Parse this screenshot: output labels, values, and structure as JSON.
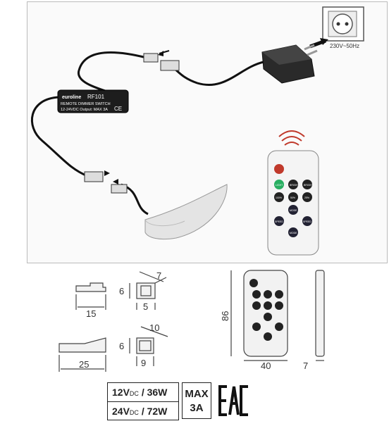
{
  "scene": {
    "socket_label": "230V~50Hz",
    "controller": {
      "brand": "euroline",
      "model": "RF101",
      "name": "REMOTE DIMMER SWITCH",
      "rating": "12-24VDC Output: MAX 3A",
      "cert_mark": "CE"
    },
    "remote": {
      "buttons": [
        "LIGHT",
        "BRIGHT",
        "BRIGHT",
        "100%",
        "50%",
        "25%",
        "MODE",
        "SPEED",
        "SPEED",
        "MODE"
      ]
    }
  },
  "dimensions": {
    "connector_a": {
      "width": "15",
      "height": "6",
      "side": "5",
      "depth": "7"
    },
    "connector_b": {
      "width": "25",
      "height": "6",
      "side": "9",
      "depth": "10"
    },
    "remote": {
      "height": "86",
      "width": "40",
      "thickness": "7"
    }
  },
  "specs": {
    "line1_voltage": "12V",
    "line1_unit": "DC",
    "line1_power": "/ 36W",
    "line2_voltage": "24V",
    "line2_unit": "DC",
    "line2_power": "/ 72W",
    "max_line1": "MAX",
    "max_line2": "3A",
    "cert": "EAC"
  },
  "colors": {
    "frame": "#bbbbbb",
    "power_button": "#c0392b",
    "light_button": "#27ae60",
    "dark_button": "#222222"
  }
}
